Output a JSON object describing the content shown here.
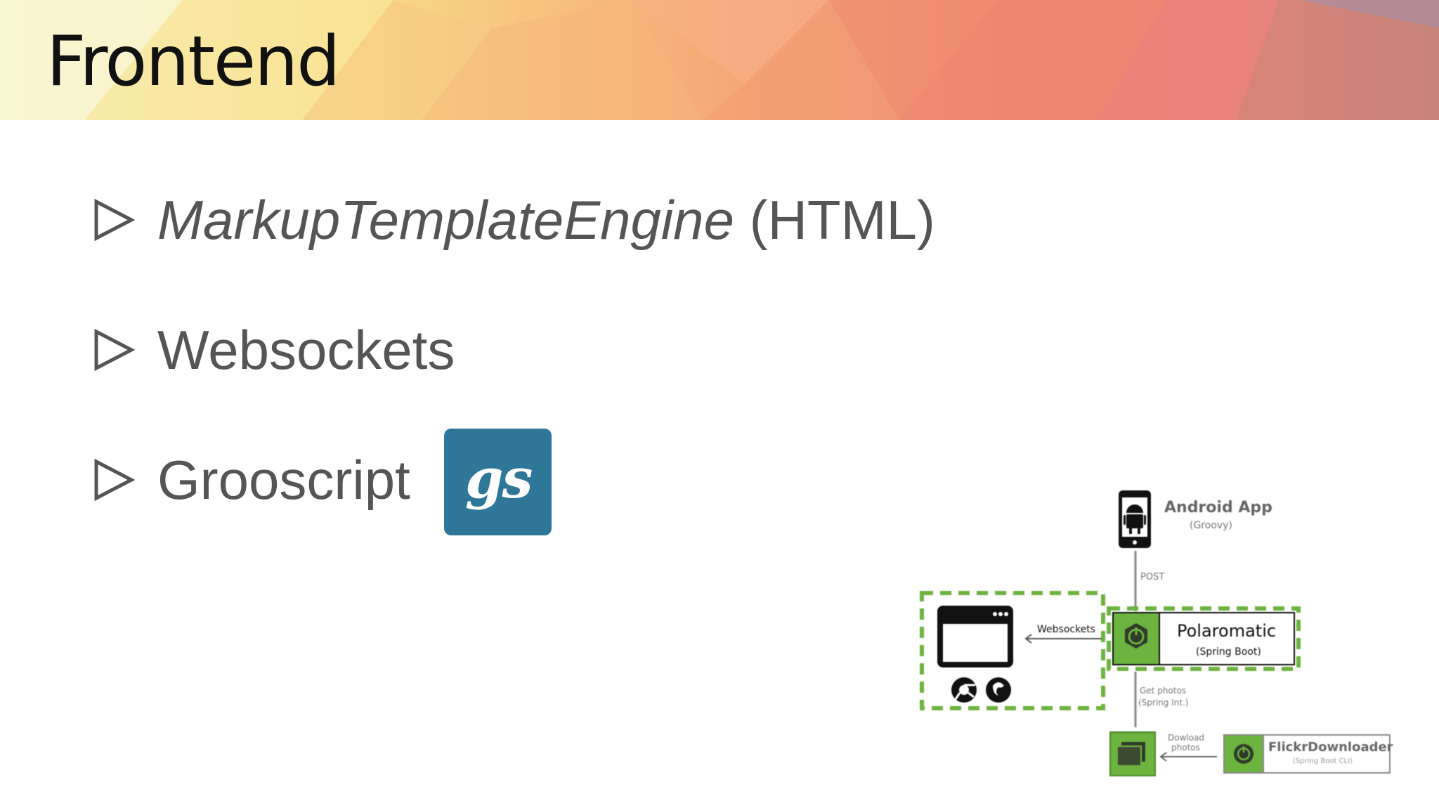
{
  "slide": {
    "title": "Frontend"
  },
  "bullets": [
    {
      "italic": "MarkupTemplateEngine",
      "rest": " (HTML)"
    },
    {
      "italic": "",
      "rest": "Websockets"
    },
    {
      "italic": "",
      "rest": "Grooscript"
    }
  ],
  "logo": {
    "text": "gs",
    "color": "#2f7799"
  },
  "diagram": {
    "android_title": "Android App",
    "android_sub": "(Groovy)",
    "post_label": "POST",
    "websockets_label": "Websockets",
    "polaromatic_title": "Polaromatic",
    "polaromatic_sub": "(Spring Boot)",
    "getphotos_line1": "Get photos",
    "getphotos_line2": "(Spring Int.)",
    "download_line1": "Dowload",
    "download_line2": "photos",
    "flickr_title": "FlickrDownloader",
    "flickr_sub": "(Spring Boot CLI)",
    "browser_icons": [
      "chrome-icon",
      "firefox-icon"
    ],
    "colors": {
      "spring_green": "#6db33f",
      "dashed_green": "#6db33f"
    }
  }
}
